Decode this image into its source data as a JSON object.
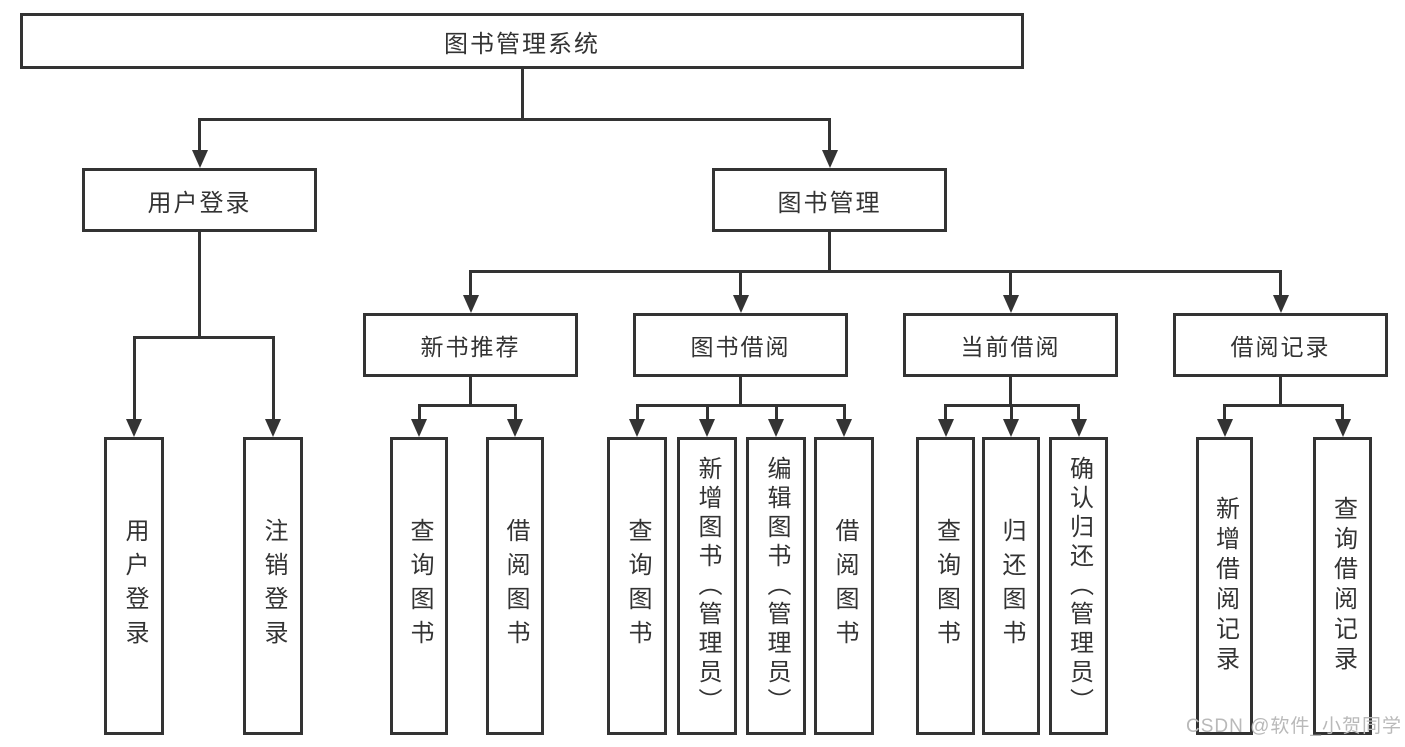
{
  "title": "图书管理系统",
  "level1": {
    "user_login": "用户登录",
    "book_mgmt": "图书管理"
  },
  "level2": {
    "new_books": "新书推荐",
    "borrow": "图书借阅",
    "current": "当前借阅",
    "records": "借阅记录"
  },
  "level3": {
    "user_login": [
      "用户登录",
      "注销登录"
    ],
    "new_books": [
      "查询图书",
      "借阅图书"
    ],
    "borrow": [
      "查询图书",
      "新增图书（管理员）",
      "编辑图书（管理员）",
      "借阅图书"
    ],
    "current": [
      "查询图书",
      "归还图书",
      "确认归还（管理员）"
    ],
    "records": [
      "新增借阅记录",
      "查询借阅记录"
    ]
  },
  "watermark": "CSDN @软件_小贺同学",
  "colors": {
    "line": "#333333",
    "text": "#333333",
    "box_fill": "#ffffff",
    "background": "#ffffff",
    "watermark": "#b9b9b9"
  }
}
